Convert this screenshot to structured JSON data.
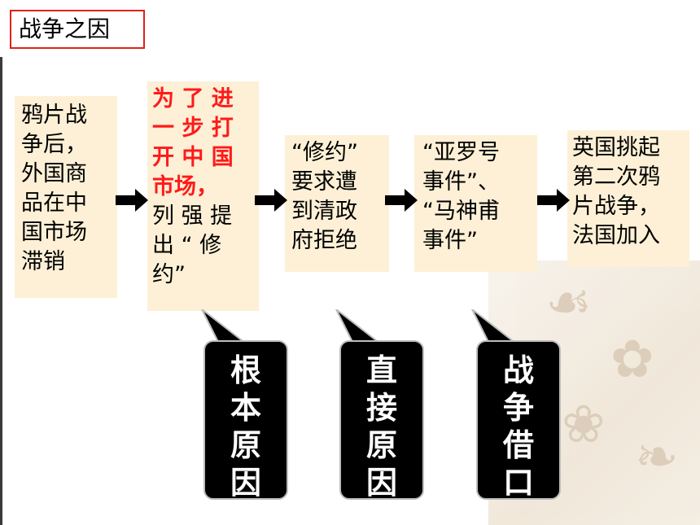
{
  "title": "战争之因",
  "steps": [
    {
      "lines": [
        "鸦片战",
        "争后，",
        "外国商",
        "品在中",
        "国市场",
        "滞销"
      ]
    },
    {
      "red_lines": [
        "为 了 进",
        "一 步 打",
        "开 中 国",
        "市场，"
      ],
      "lines": [
        "列 强 提",
        "出 “ 修",
        "约”"
      ]
    },
    {
      "lines": [
        "“修约”",
        "要求遭",
        "到清政",
        "府拒绝"
      ]
    },
    {
      "lines": [
        "“亚罗号",
        "事件”、",
        "“马神甫",
        "事件”"
      ]
    },
    {
      "lines": [
        "英国挑起",
        "第二次鸦",
        "片战争，",
        "法国加入"
      ]
    }
  ],
  "callouts": [
    {
      "chars": [
        "根",
        "本",
        "原",
        "因"
      ]
    },
    {
      "chars": [
        "直",
        "接",
        "原",
        "因"
      ]
    },
    {
      "chars": [
        "战",
        "争",
        "借",
        "口"
      ]
    }
  ],
  "colors": {
    "accent_red": "#ff1a1a",
    "box_bg": "#fdf0d6",
    "bubble_bg": "#000000"
  }
}
